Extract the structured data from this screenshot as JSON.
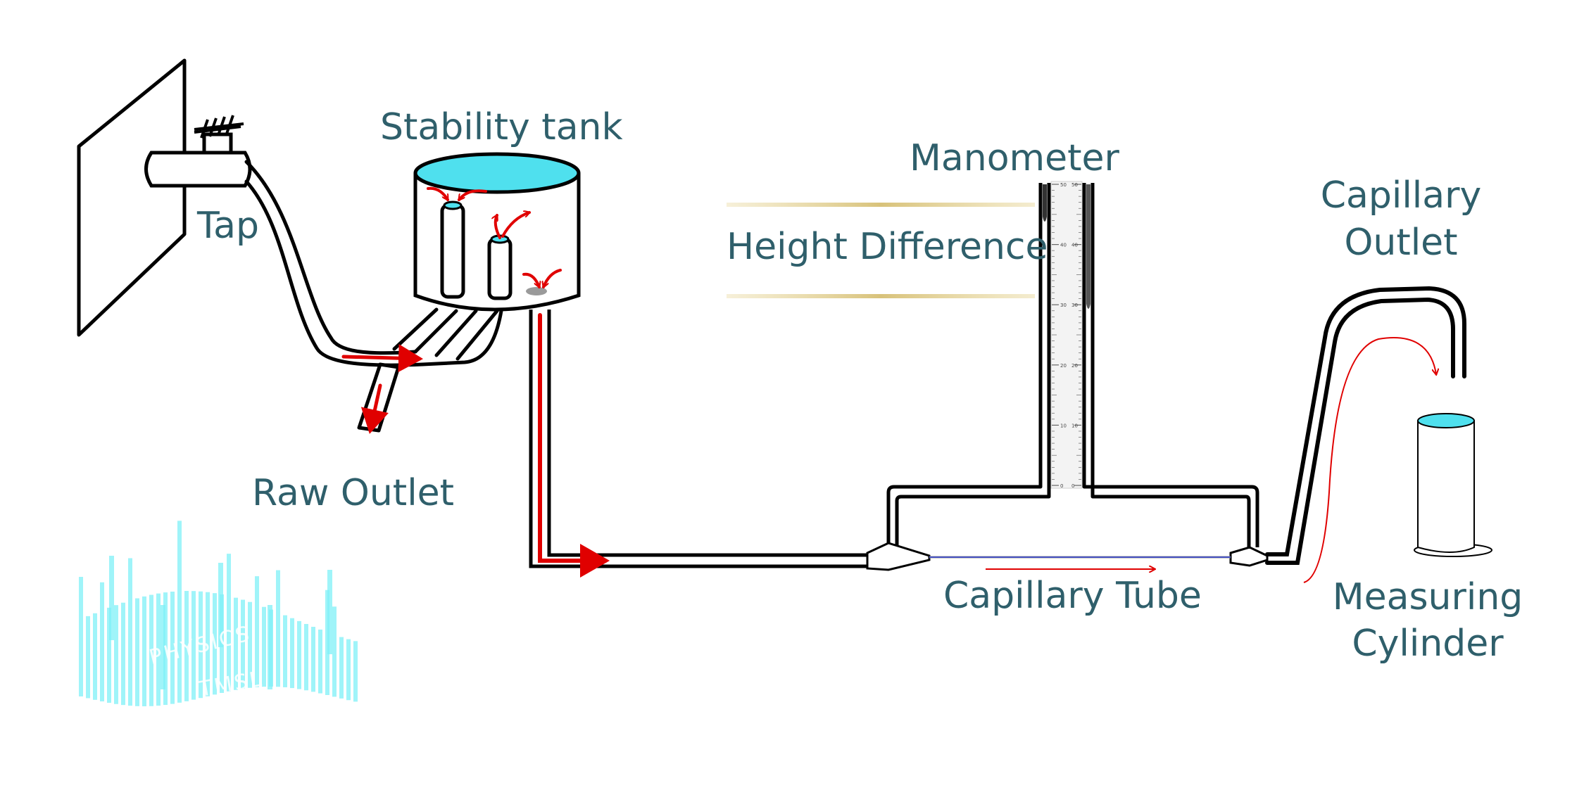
{
  "labels": {
    "tap": "Tap",
    "stability_tank": "Stability tank",
    "raw_outlet": "Raw Outlet",
    "manometer": "Manometer",
    "height_difference": "Height Difference",
    "capillary_outlet_line1": "Capillary",
    "capillary_outlet_line2": "Outlet",
    "capillary_tube": "Capillary Tube",
    "measuring_cylinder_line1": "Measuring",
    "measuring_cylinder_line2": "Cylinder"
  },
  "logo": {
    "line1": "PHYSICS",
    "line2": "TMSL"
  },
  "manometer_scale": {
    "left_ticks": [
      "50",
      "40",
      "30",
      "20",
      "10",
      "0"
    ],
    "right_ticks": [
      "50",
      "40",
      "30",
      "20",
      "10",
      "0"
    ]
  },
  "colors": {
    "pipe": "#000000",
    "flow_arrow": "#e00000",
    "water": "#4fe0ee",
    "label": "#2f5f6b",
    "height_line": "#d8c27a",
    "capillary_flow": "#2b3ad0",
    "logo": "#7ff0f7"
  }
}
